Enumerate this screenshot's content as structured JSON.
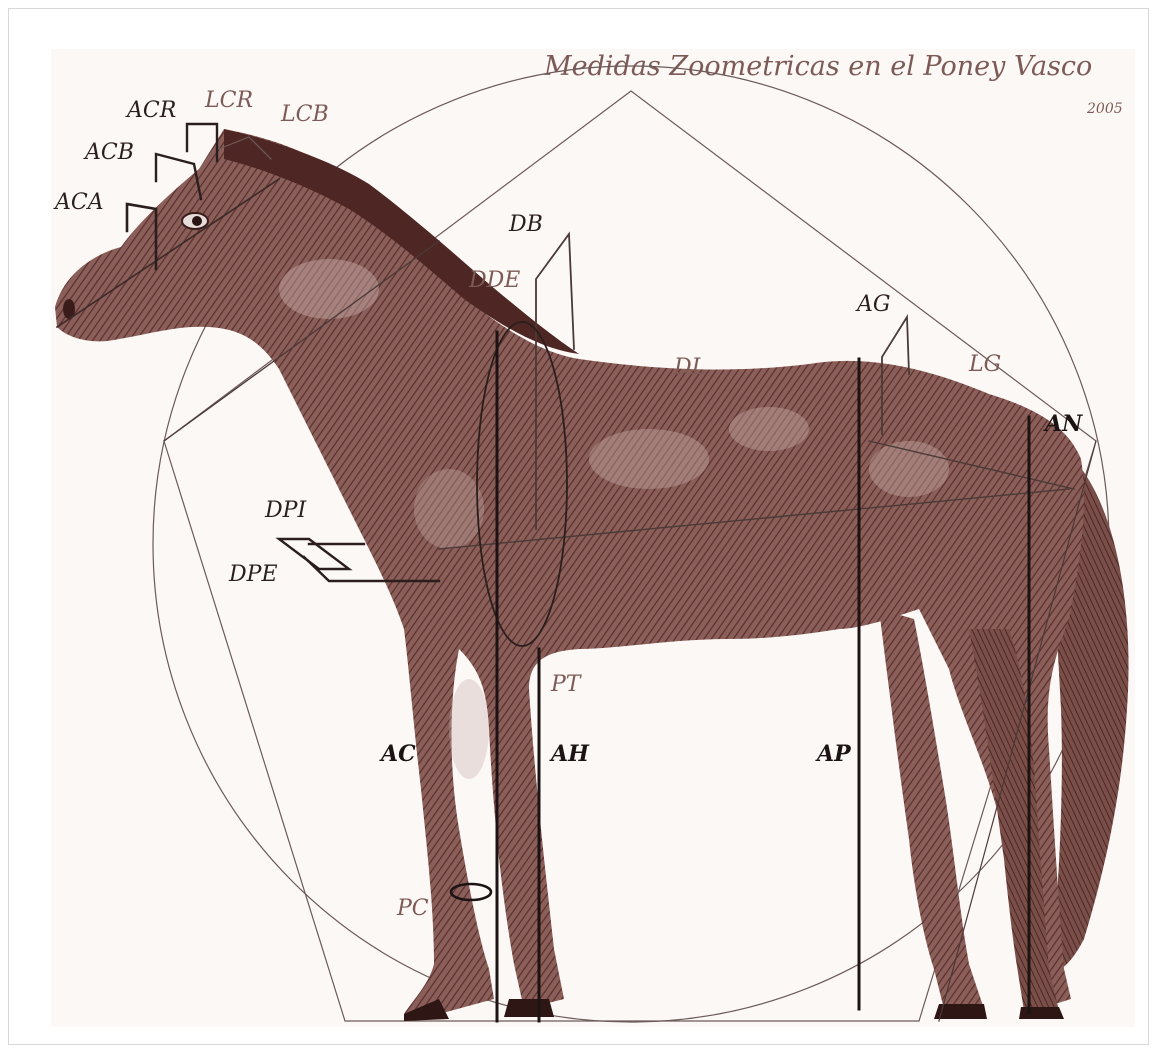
{
  "title": "Medidas Zoometricas en el Poney Vasco",
  "year": "2005",
  "colors": {
    "ink": "#6b3f3b",
    "thin_line": "#5a4a48",
    "thick_line": "#1c1414",
    "label_dark": "#2a1e1e",
    "label_light": "#7d5a55",
    "paper": "#fcf8f6"
  },
  "labels": {
    "acr": "ACR",
    "lcr": "LCR",
    "lcb": "LCB",
    "acb": "ACB",
    "aca": "ACA",
    "db": "DB",
    "dde": "DDE",
    "dl": "DL",
    "ag": "AG",
    "lg": "LG",
    "an": "AN",
    "dpi": "DPI",
    "dpe": "DPE",
    "pt": "PT",
    "ac": "AC",
    "ah": "AH",
    "ap": "AP",
    "pc": "PC"
  }
}
